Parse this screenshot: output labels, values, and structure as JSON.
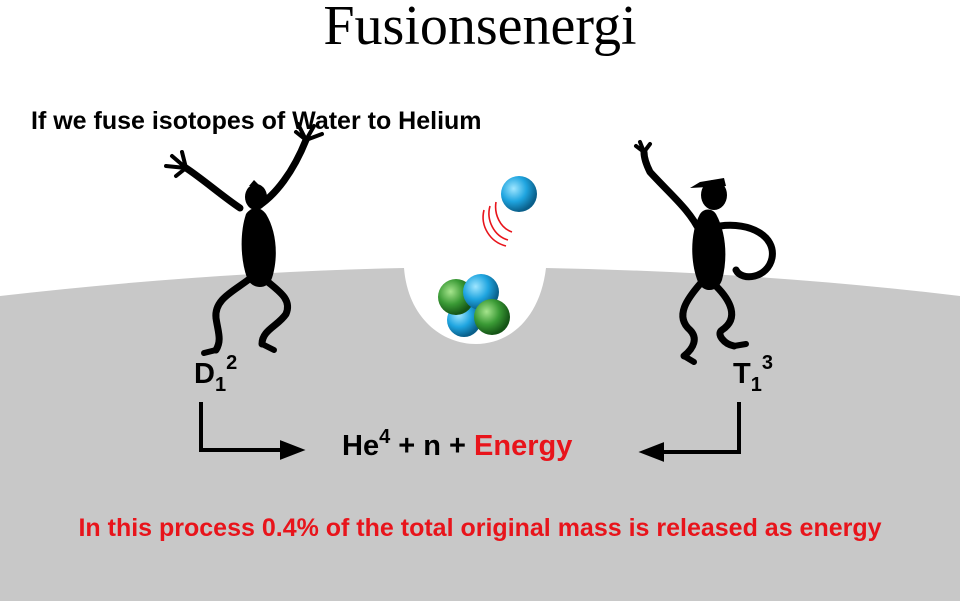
{
  "title": "Fusionsenergi",
  "subtitle": "If we fuse isotopes of Water to Helium",
  "deuterium": {
    "symbol": "D",
    "sub": "1",
    "sup": "2"
  },
  "tritium": {
    "symbol": "T",
    "sub": "1",
    "sup": "3"
  },
  "equation": {
    "he": "He",
    "he_sup": "4",
    "middle": " + n + ",
    "energy": "Energy"
  },
  "note": "In this process 0.4% of the total original mass is released as energy",
  "colors": {
    "ground": "#c8c8c8",
    "accent_red": "#e8141b",
    "proton_blue": "#1fa5e0",
    "neutron_green": "#3a9a35"
  }
}
